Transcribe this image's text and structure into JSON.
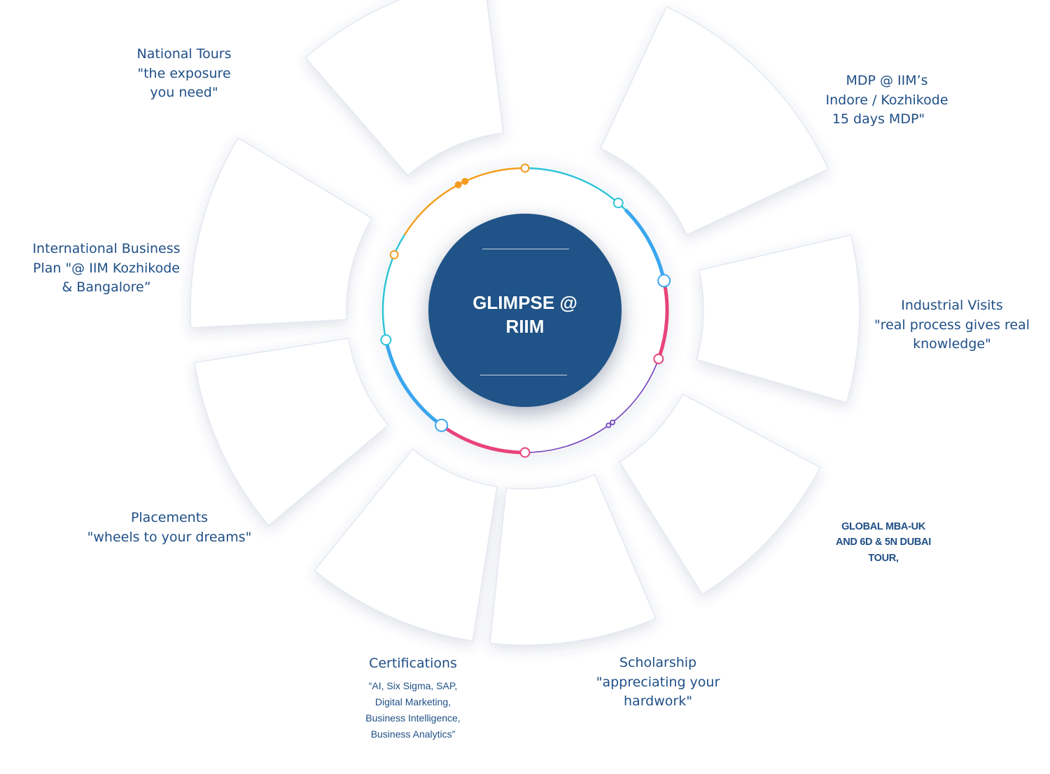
{
  "center": {
    "title_line1": "GLIMPSE @",
    "title_line2": "RIIM"
  },
  "labels": {
    "national_tours": [
      "National Tours",
      "\"the exposure",
      "you need\""
    ],
    "mdp": [
      "MDP @ IIM’s",
      "Indore / Kozhikode",
      "15 days MDP\""
    ],
    "international_business": [
      "International Business",
      "Plan \"@ IIM Kozhikode",
      "& Bangalore”"
    ],
    "industrial_visits": [
      "Industrial Visits",
      "\"real process gives real",
      "knowledge\""
    ],
    "global_mba": [
      "GLOBAL MBA-UK",
      "AND 6D & 5N DUBAI",
      "TOUR,"
    ],
    "placements": [
      "Placements",
      "\"wheels to your dreams\""
    ],
    "certifications_title": "Certifications",
    "certifications_detail": [
      "“AI, Six Sigma, SAP,",
      "Digital Marketing,",
      "Business Intelligence,",
      "Business Analytics”"
    ],
    "scholarship": [
      "Scholarship",
      "\"appreciating your",
      "hardwork\""
    ]
  },
  "colors": {
    "center_fill": "#205387",
    "label_text": "#1f4f86",
    "ring_orange": "#f39c1f",
    "ring_cyan": "#2ec4d6",
    "ring_blue": "#3aa6ee",
    "ring_pink": "#e8437a",
    "ring_purple": "#7a4fc2"
  }
}
